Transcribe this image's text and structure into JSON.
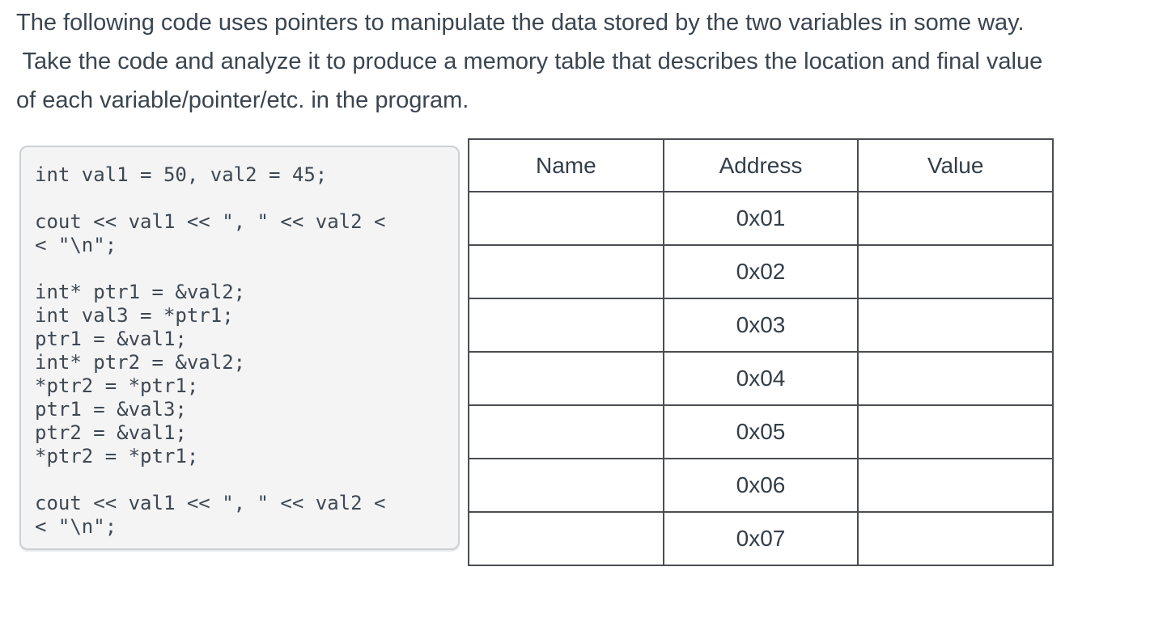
{
  "question": {
    "lines": [
      "The following code uses pointers to manipulate the data stored by the two variables in some way.",
      " Take the code and analyze it to produce a memory table that describes the location and final value",
      "of each variable/pointer/etc. in the program."
    ]
  },
  "code": {
    "language": "cpp",
    "text": "int val1 = 50, val2 = 45;\n\ncout << val1 << \", \" << val2 <\n< \"\\n\";\n\nint* ptr1 = &val2;\nint val3 = *ptr1;\nptr1 = &val1;\nint* ptr2 = &val2;\n*ptr2 = *ptr1;\nptr1 = &val3;\nptr2 = &val1;\n*ptr2 = *ptr1;\n\ncout << val1 << \", \" << val2 <\n< \"\\n\";"
  },
  "table": {
    "headers": [
      "Name",
      "Address",
      "Value"
    ],
    "rows": [
      {
        "name": "",
        "address": "0x01",
        "value": ""
      },
      {
        "name": "",
        "address": "0x02",
        "value": ""
      },
      {
        "name": "",
        "address": "0x03",
        "value": ""
      },
      {
        "name": "",
        "address": "0x04",
        "value": ""
      },
      {
        "name": "",
        "address": "0x05",
        "value": ""
      },
      {
        "name": "",
        "address": "0x06",
        "value": ""
      },
      {
        "name": "",
        "address": "0x07",
        "value": ""
      }
    ]
  },
  "colors": {
    "text": "#3a4550",
    "code_text": "#3e4852",
    "code_panel_bg": "#f4f4f5",
    "code_panel_border": "#ccd1d6",
    "table_border": "#4a4e53",
    "page_bg": "#ffffff"
  }
}
